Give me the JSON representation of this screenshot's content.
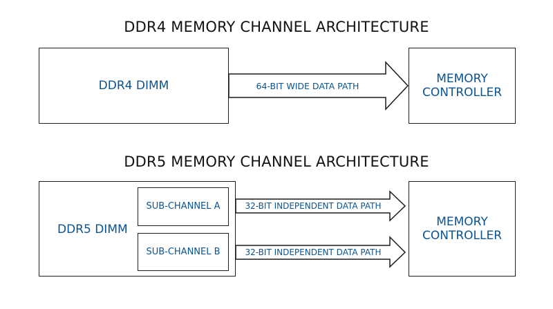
{
  "colors": {
    "text": "#0a5290",
    "title": "#111111",
    "outline": "#1a1a1a"
  },
  "ddr4": {
    "title": "DDR4 MEMORY CHANNEL ARCHITECTURE",
    "dimm_label": "DDR4 DIMM",
    "path_label": "64-BIT WIDE DATA PATH",
    "controller_line1": "MEMORY",
    "controller_line2": "CONTROLLER"
  },
  "ddr5": {
    "title": "DDR5 MEMORY CHANNEL ARCHITECTURE",
    "dimm_label": "DDR5 DIMM",
    "subchannel_a": "SUB-CHANNEL A",
    "subchannel_b": "SUB-CHANNEL B",
    "path_a_label": "32-BIT INDEPENDENT DATA PATH",
    "path_b_label": "32-BIT INDEPENDENT DATA PATH",
    "controller_line1": "MEMORY",
    "controller_line2": "CONTROLLER"
  }
}
